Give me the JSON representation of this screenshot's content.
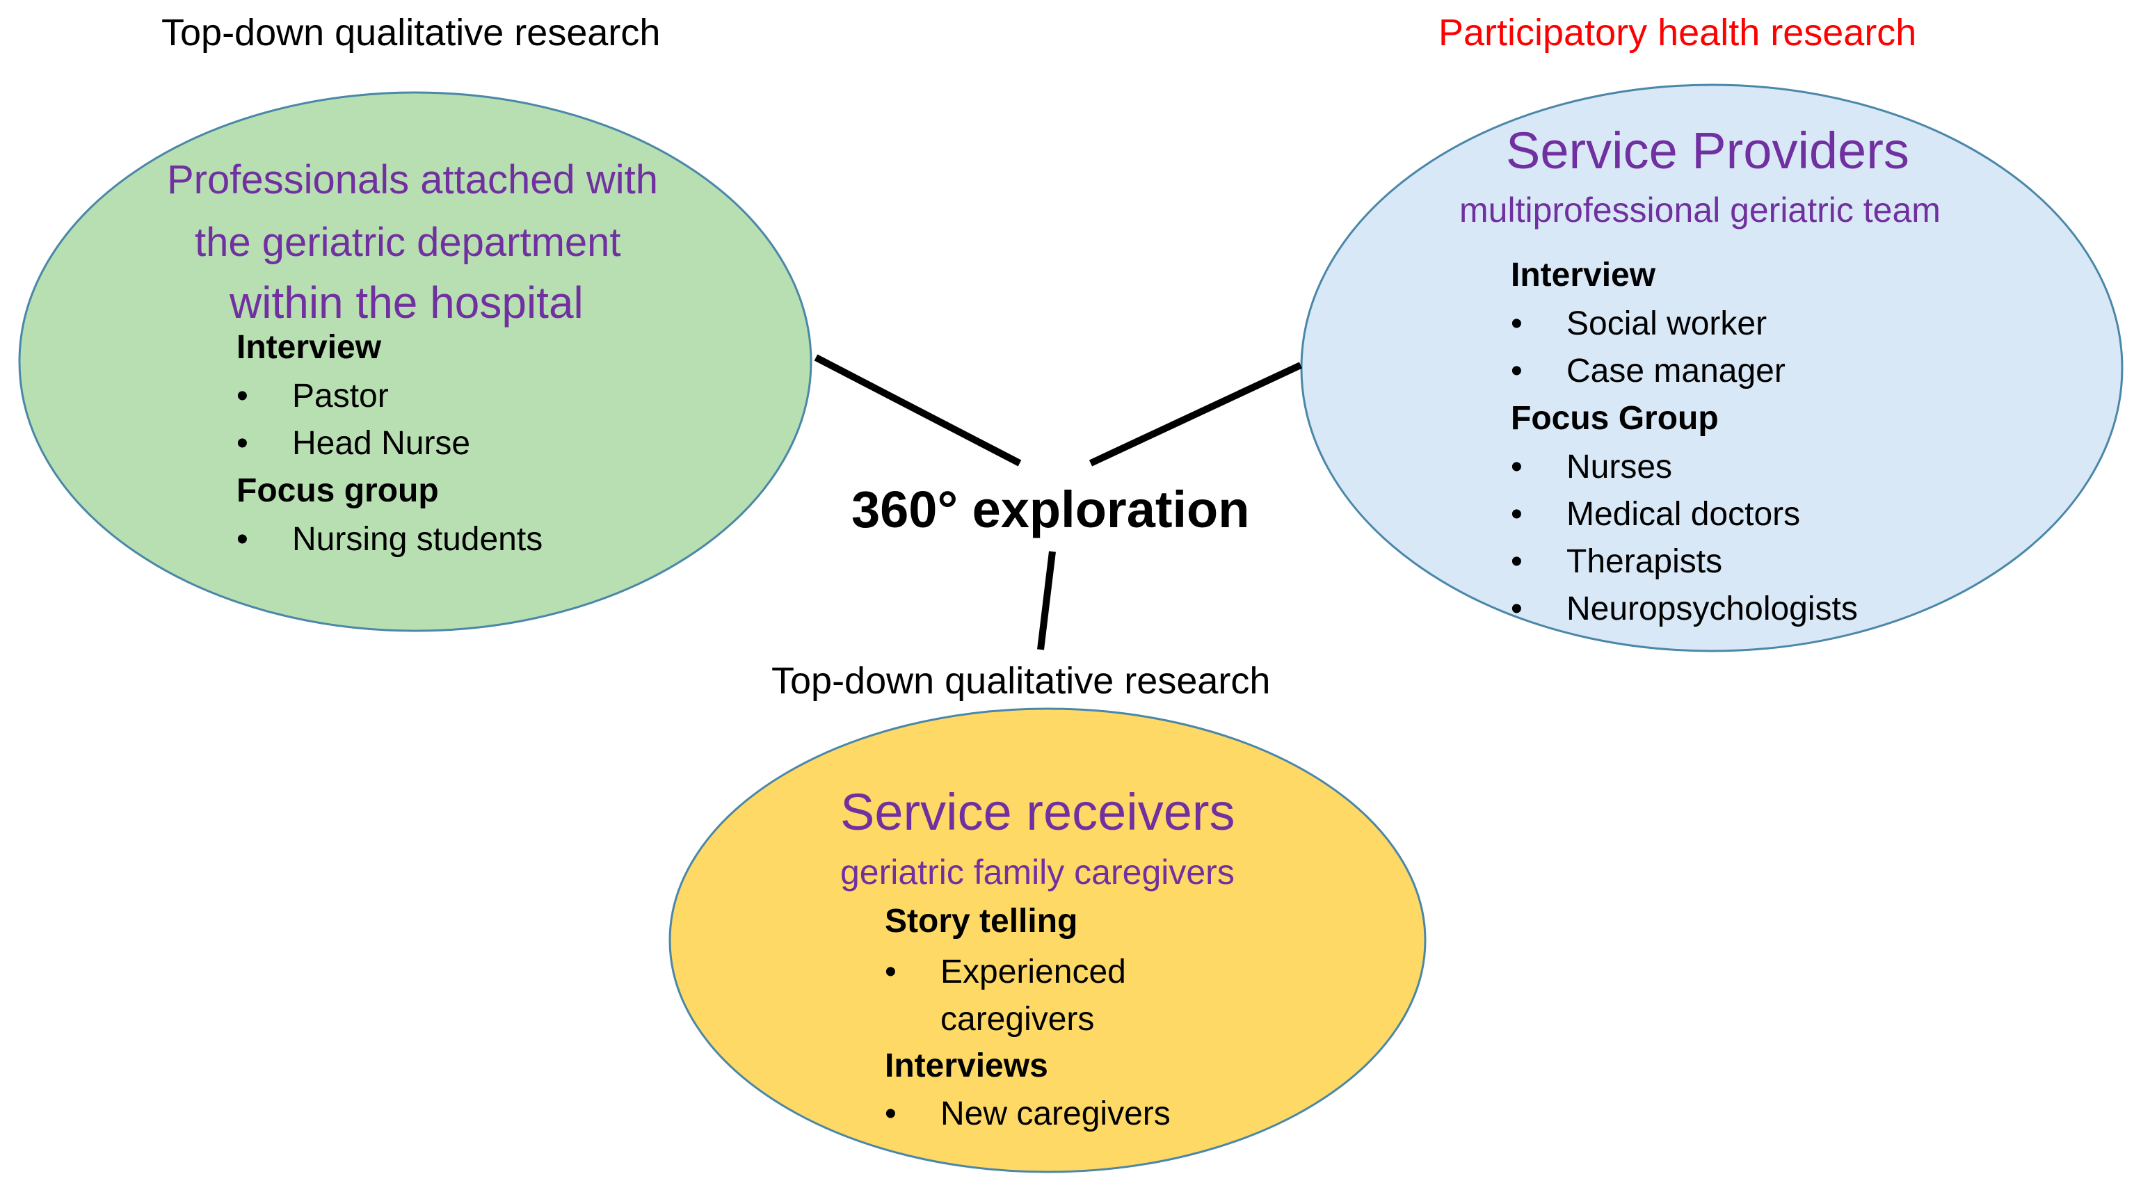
{
  "labels": {
    "left_method": "Top-down qualitative research",
    "right_method": "Participatory health research",
    "bottom_method": "Top-down qualitative research",
    "center": "360° exploration"
  },
  "colors": {
    "green_fill": "#b8dfb2",
    "blue_fill": "#d9e8f6",
    "yellow_fill": "#ffd966",
    "ellipse_stroke": "#4a87a8",
    "title_purple": "#7030a0",
    "red_label": "#ff0000"
  },
  "left": {
    "title_line1": "Professionals attached with",
    "title_line2": "the geriatric department",
    "title_line3": "within the hospital",
    "section1": "Interview",
    "section1_items": [
      "Pastor",
      "Head Nurse"
    ],
    "section2": "Focus group",
    "section2_items": [
      "Nursing students"
    ]
  },
  "right": {
    "title": "Service Providers",
    "subtitle": "multiprofessional geriatric team",
    "section1": "Interview",
    "section1_items": [
      "Social worker",
      "Case manager"
    ],
    "section2": "Focus Group",
    "section2_items": [
      "Nurses",
      "Medical doctors",
      "Therapists",
      "Neuropsychologists"
    ]
  },
  "bottom": {
    "title": "Service receivers",
    "subtitle": "geriatric family caregivers",
    "section1": "Story telling",
    "section1_item1_line1": "Experienced",
    "section1_item1_line2": "caregivers",
    "section2": "Interviews",
    "section2_items": [
      "New caregivers"
    ]
  }
}
